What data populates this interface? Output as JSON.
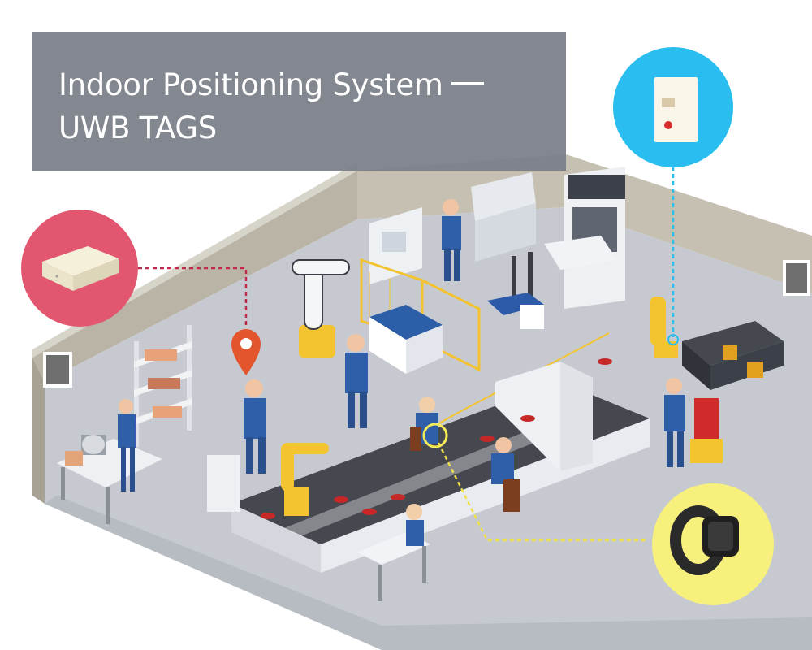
{
  "title": {
    "line1": "Indoor Positioning System",
    "line2": "UWB TAGS"
  },
  "callouts": [
    {
      "name": "anchor-device",
      "color": "#e2576f",
      "line_color": "#c22a4c"
    },
    {
      "name": "badge-tag",
      "color": "#29bdf0",
      "line_color": "#29bdf0"
    },
    {
      "name": "wristband-tag",
      "color": "#f8f07c",
      "line_color": "#f0e04a"
    }
  ],
  "colors": {
    "wall": "#b9b4a5",
    "wall_top": "#d5d2c6",
    "floor": "#c7cbd1",
    "overlay": "#7a8089",
    "location_pin": "#e2552d"
  },
  "icons": [
    "location-pin-icon",
    "uwb-anchor-icon",
    "uwb-badge-icon",
    "uwb-wristband-icon"
  ]
}
